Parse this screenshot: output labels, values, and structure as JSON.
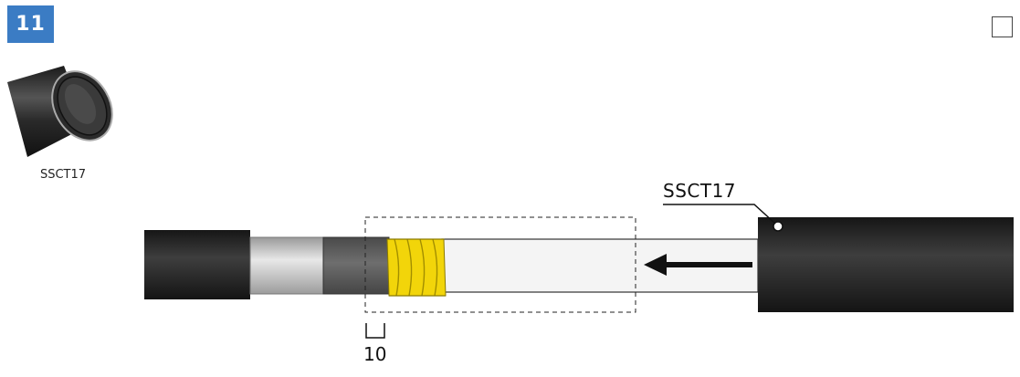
{
  "step": {
    "number": "11"
  },
  "thumbnail": {
    "label": "SSCT17",
    "icon": "heat-shrink-tube-icon"
  },
  "diagram": {
    "sleeve_label": "SSCT17",
    "dimension_label": "10",
    "arrow_direction": "left",
    "colors": {
      "jacket": "#2b2b2b",
      "shield": "#c4c4c4",
      "insulation": "#5a5a5a",
      "tape": "#f2d50a",
      "conductor": "#f4f4f4",
      "badge": "#3b7cc4"
    }
  }
}
